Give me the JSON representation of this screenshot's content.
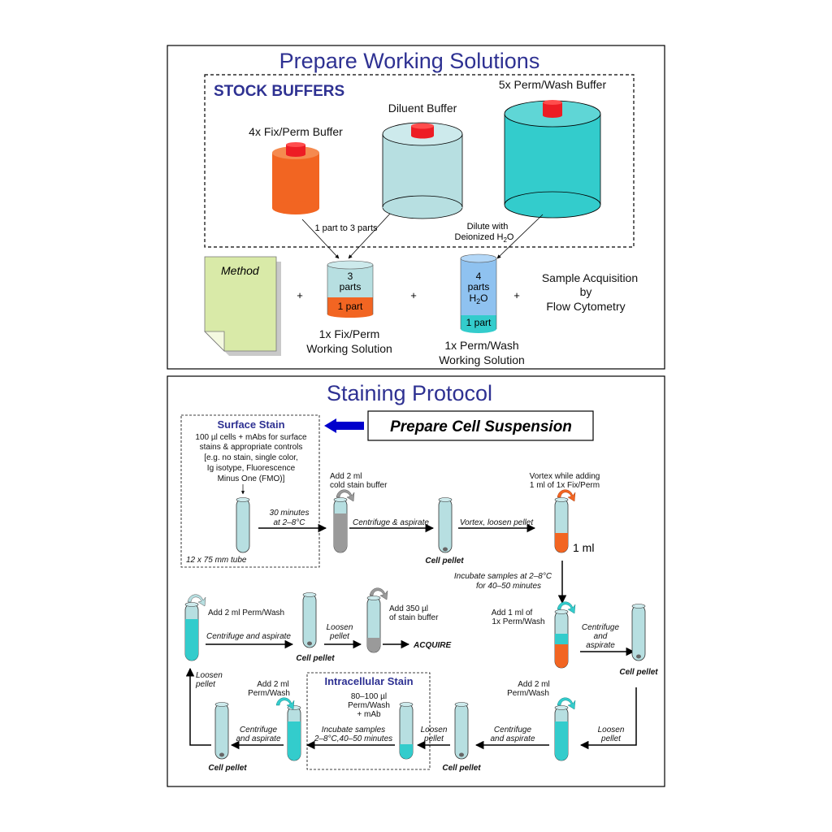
{
  "section1": {
    "title": "Prepare Working Solutions",
    "stock_title": "STOCK BUFFERS",
    "fixperm_label": "4x Fix/Perm Buffer",
    "diluent_label": "Diluent Buffer",
    "permwash_label": "5x Perm/Wash Buffer",
    "part_to_parts": "1 part to 3 parts",
    "dilute_line1": "Dilute with",
    "dilute_line2": "Deionized H",
    "dilute_sub": "2",
    "dilute_end": "O",
    "method": "Method",
    "plus": "+",
    "fix_tube_top1": "3",
    "fix_tube_top2": "parts",
    "fix_tube_bottom": "1 part",
    "fix_ws1": "1x Fix/Perm",
    "fix_ws2": "Working Solution",
    "perm_tube_top1": "4",
    "perm_tube_top2": "parts",
    "perm_tube_top3": "H",
    "perm_tube_top3_sub": "2",
    "perm_tube_top3_end": "O",
    "perm_tube_bottom": "1 part",
    "perm_ws1": "1x Perm/Wash",
    "perm_ws2": "Working Solution",
    "acq1": "Sample Acquisition",
    "acq2": "by",
    "acq3": "Flow Cytometry"
  },
  "section2": {
    "title": "Staining Protocol",
    "prepare": "Prepare Cell Suspension",
    "surface_title": "Surface Stain",
    "surface_lines": [
      "100 µl cells + mAbs for surface",
      "stains & appropriate controls",
      "[e.g. no stain, single color,",
      "Ig isotype, Fluorescence",
      "Minus One (FMO)]"
    ],
    "tube_size": "12 x 75 mm tube",
    "t30_1": "30 minutes",
    "t30_2": "at 2–8°C",
    "add2cold1": "Add 2 ml",
    "add2cold2": "cold stain buffer",
    "centrifuge_aspirate": "Centrifuge & aspirate",
    "cell_pellet": "Cell pellet",
    "vortex_loosen": "Vortex, loosen pellet",
    "vortex_add1": "Vortex while adding",
    "vortex_add2": "1 ml of 1x Fix/Perm",
    "one_ml": "1 ml",
    "incubate1": "Incubate samples at 2–8°C",
    "incubate2": "for 40–50 minutes",
    "add1ml1": "Add 1 ml of",
    "add1ml2": "1x Perm/Wash",
    "centrifuge1": "Centrifuge",
    "centrifuge2": "and",
    "centrifuge3": "aspirate",
    "add2perm_r1": "Add 2 ml",
    "add2perm_r2": "Perm/Wash",
    "loosen": "Loosen",
    "pellet": "pellet",
    "centrifuge_and_aspirate1": "Centrifuge",
    "centrifuge_and_aspirate2": "and aspirate",
    "ic_title": "Intracellular Stain",
    "ic1": "80–100 µl",
    "ic2": "Perm/Wash",
    "ic3": "+ mAb",
    "incub_ic1": "Incubate samples",
    "incub_ic2": "2–8°C,40–50 minutes",
    "add2perm_top": "Add 2 ml Perm/Wash",
    "centrifuge_and_aspirate_line": "Centrifuge and aspirate",
    "add350_1": "Add 350 µl",
    "add350_2": "of stain buffer",
    "acquire": "ACQUIRE"
  },
  "colors": {
    "title_blue": "#2e3192",
    "orange": "#f26522",
    "light_blue": "#b7dfe1",
    "teal": "#33cccc",
    "red": "#ed1c24",
    "method_green": "#d9eaa8",
    "blue_tube": "#8fc2f0",
    "arrow_blue": "#0000cc"
  }
}
